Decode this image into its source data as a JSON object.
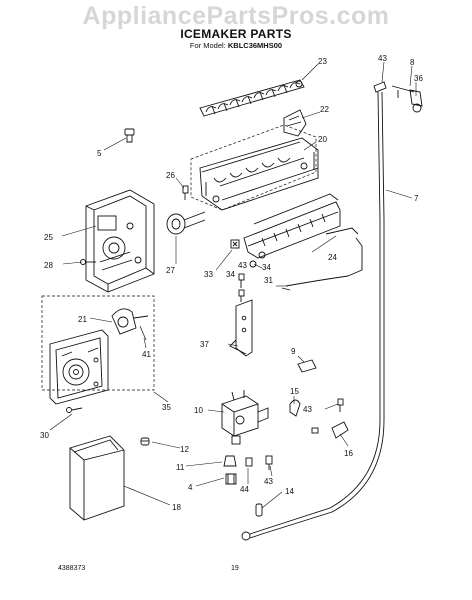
{
  "watermark": "AppliancePartsPros.com",
  "header": {
    "title": "ICEMAKER PARTS",
    "model_prefix": "For Model:",
    "model_number": "KBLC36MHS00"
  },
  "footer": {
    "doc_number": "4388373",
    "page_number": "19"
  },
  "callouts": [
    {
      "id": "c23",
      "label": "23"
    },
    {
      "id": "c43a",
      "label": "43"
    },
    {
      "id": "c8",
      "label": "8"
    },
    {
      "id": "c36",
      "label": "36"
    },
    {
      "id": "c22",
      "label": "22"
    },
    {
      "id": "c5",
      "label": "5"
    },
    {
      "id": "c20",
      "label": "20"
    },
    {
      "id": "c26",
      "label": "26"
    },
    {
      "id": "c7",
      "label": "7"
    },
    {
      "id": "c25",
      "label": "25"
    },
    {
      "id": "c28",
      "label": "28"
    },
    {
      "id": "c27",
      "label": "27"
    },
    {
      "id": "c33",
      "label": "33"
    },
    {
      "id": "c34a",
      "label": "34"
    },
    {
      "id": "c43b",
      "label": "43"
    },
    {
      "id": "c34b",
      "label": "34"
    },
    {
      "id": "c24",
      "label": "24"
    },
    {
      "id": "c31",
      "label": "31"
    },
    {
      "id": "c21",
      "label": "21"
    },
    {
      "id": "c41",
      "label": "41"
    },
    {
      "id": "c37",
      "label": "37"
    },
    {
      "id": "c9",
      "label": "9"
    },
    {
      "id": "c15",
      "label": "15"
    },
    {
      "id": "c10",
      "label": "10"
    },
    {
      "id": "c43c",
      "label": "43"
    },
    {
      "id": "c35",
      "label": "35"
    },
    {
      "id": "c30",
      "label": "30"
    },
    {
      "id": "c16",
      "label": "16"
    },
    {
      "id": "c12",
      "label": "12"
    },
    {
      "id": "c11",
      "label": "11"
    },
    {
      "id": "c43d",
      "label": "43"
    },
    {
      "id": "c4",
      "label": "4"
    },
    {
      "id": "c44",
      "label": "44"
    },
    {
      "id": "c14",
      "label": "14"
    },
    {
      "id": "c18",
      "label": "18"
    }
  ]
}
